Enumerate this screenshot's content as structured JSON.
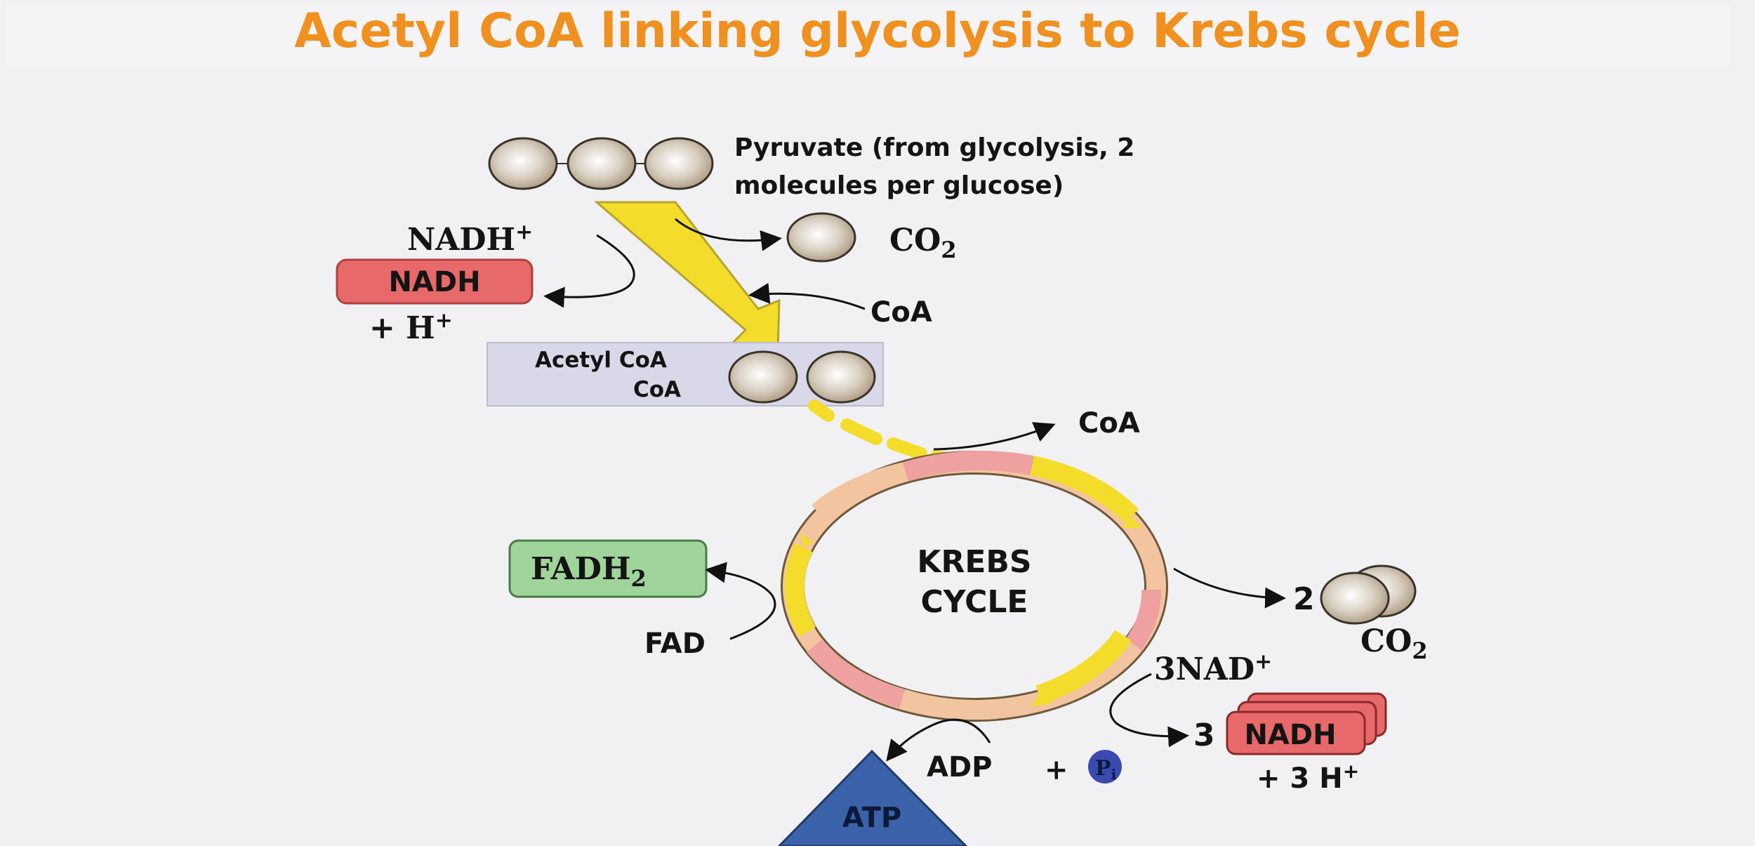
{
  "title": "Acetyl CoA linking glycolysis to Krebs cycle",
  "labels": {
    "pyruvate_line1": "Pyruvate (from glycolysis, 2",
    "pyruvate_line2": "molecules per glucose)",
    "co2_top": "CO",
    "co2_top_sub": "2",
    "nad_left": "NADH",
    "nad_left_sup": "+",
    "nadh_box_left": "NADH",
    "h_left": "+ H",
    "h_left_sup": "+",
    "coa_in": "CoA",
    "acetyl_coa": "Acetyl CoA",
    "coa_box": "CoA",
    "coa_out": "CoA",
    "krebs_line1": "KREBS",
    "krebs_line2": "CYCLE",
    "fadh2": "FADH",
    "fadh2_sub": "2",
    "fad": "FAD",
    "two": "2",
    "co2_right": "CO",
    "co2_right_sub": "2",
    "three_nad": "3NAD",
    "three_nad_sup": "+",
    "three": "3",
    "nadh_box_right": "NADH",
    "three_h": "+ 3 H",
    "three_h_sup": "+",
    "adp": "ADP",
    "plus": "+",
    "pi": "P",
    "pi_sub": "i",
    "atp": "ATP"
  },
  "colors": {
    "title": "#f0901e",
    "molecule": "#b8a994",
    "nadh_box": "#e8696a",
    "fadh2_box": "#9fd49a",
    "acetyl_band": "#d8d8e8",
    "arrow_yellow": "#f3dd2a",
    "cycle_peach": "#f2c4a0",
    "cycle_pink": "#efa0a0",
    "atp_triangle": "#3b62a8",
    "pi_circle": "#3a4ab0"
  }
}
